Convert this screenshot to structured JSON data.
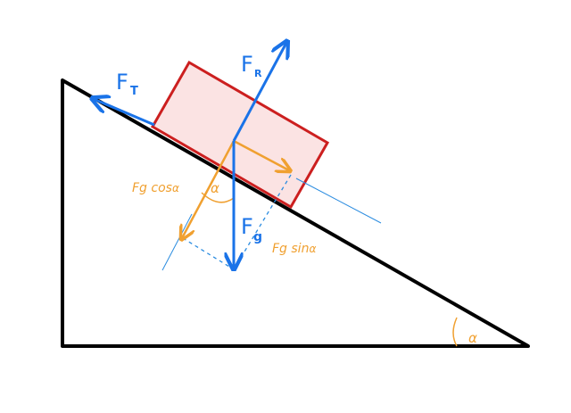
{
  "labels": {
    "friction": "F",
    "friction_sub": "T",
    "normal": "F",
    "normal_sub": "R",
    "gravity": "F",
    "gravity_sub": "g",
    "parallel": "Fg sin",
    "perpendicular": "Fg cos",
    "alpha_symbol": "α"
  },
  "colors": {
    "incline": "#000000",
    "block_stroke": "#cc1f1f",
    "block_fill": "#fbe3e3",
    "force_blue": "#1a73e8",
    "force_orange": "#f0a030",
    "guide_blue": "#2b8ce0"
  }
}
